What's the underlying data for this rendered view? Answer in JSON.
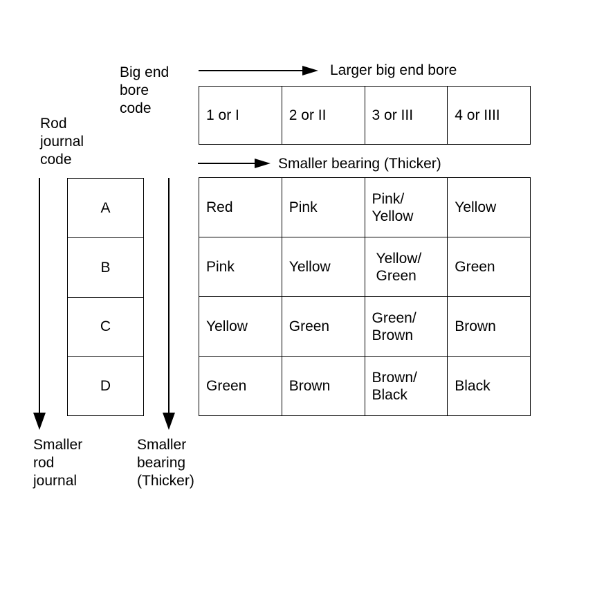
{
  "canvas": {
    "background": "#ffffff",
    "line_color": "#000000"
  },
  "labels": {
    "big_end_bore_code": "Big end\nbore\ncode",
    "larger_big_end_bore": "Larger big end bore",
    "smaller_bearing_horizontal": "Smaller bearing (Thicker)",
    "rod_journal_code": "Rod\njournal\ncode",
    "smaller_rod_journal": "Smaller\nrod\njournal",
    "smaller_bearing_vertical": "Smaller\nbearing\n(Thicker)"
  },
  "bore_code_header": {
    "cells": [
      "1 or I",
      "2 or II",
      "3 or III",
      "4 or IIII"
    ]
  },
  "rod_journal_codes": {
    "cells": [
      "A",
      "B",
      "C",
      "D"
    ]
  },
  "matrix": {
    "rows": [
      [
        "Red",
        "Pink",
        "Pink/\nYellow",
        "Yellow"
      ],
      [
        "Pink",
        "Yellow",
        "Yellow/\nGreen",
        "Green"
      ],
      [
        "Yellow",
        "Green",
        "Green/\nBrown",
        "Brown"
      ],
      [
        "Green",
        "Brown",
        "Brown/\nBlack",
        "Black"
      ]
    ]
  }
}
